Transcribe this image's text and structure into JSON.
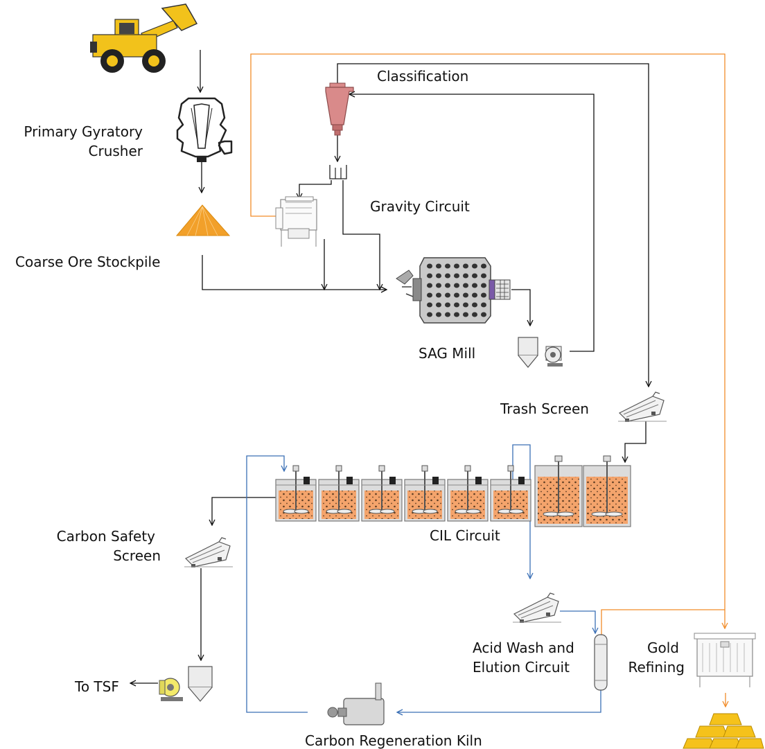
{
  "colors": {
    "process_line": "#111111",
    "gold_line": "#f28c28",
    "carbon_line": "#3a6fb5",
    "slurry": "#f4a46c",
    "stockpile": "#f2a02a",
    "gold": "#f5c21b",
    "cyclone": "#d98a8a",
    "loader": "#f2c21b"
  },
  "labels": {
    "crusher_line1": "Primary Gyratory",
    "crusher_line2": "Crusher",
    "stockpile": "Coarse Ore Stockpile",
    "classification": "Classification",
    "gravity": "Gravity Circuit",
    "sag_mill": "SAG Mill",
    "trash_screen": "Trash Screen",
    "cil": "CIL Circuit",
    "safety_line1": "Carbon Safety",
    "safety_line2": "Screen",
    "tsf": "To TSF",
    "acid_line1": "Acid Wash and",
    "acid_line2": "Elution Circuit",
    "refining_line1": "Gold",
    "refining_line2": "Refining",
    "kiln": "Carbon Regeneration Kiln"
  },
  "icons": {
    "loader": "wheel-loader-icon",
    "crusher": "gyratory-crusher-icon",
    "stockpile": "stockpile-icon",
    "cyclone": "hydrocyclone-icon",
    "concentrator": "gravity-concentrator-icon",
    "mill": "sag-mill-icon",
    "pump_tank": "pump-tank-icon",
    "screen": "vibrating-screen-icon",
    "tank": "cil-tank-icon",
    "column": "elution-column-icon",
    "kiln": "kiln-icon",
    "cell": "electrowinning-cell-icon",
    "bars": "gold-bars-icon"
  }
}
